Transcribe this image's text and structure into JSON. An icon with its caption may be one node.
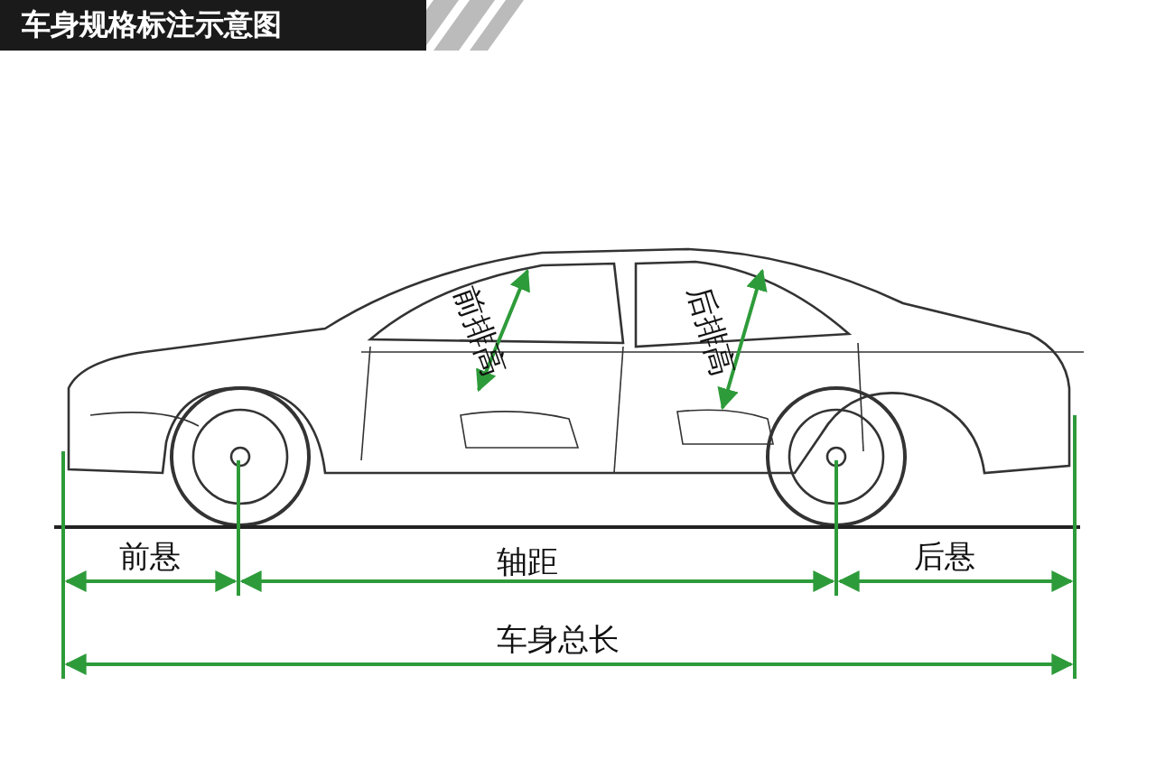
{
  "diagram": {
    "title": "车身规格标注示意图",
    "labels": [
      "前排高",
      "后排高",
      "前悬",
      "轴距",
      "后悬",
      "车身总长"
    ]
  }
}
